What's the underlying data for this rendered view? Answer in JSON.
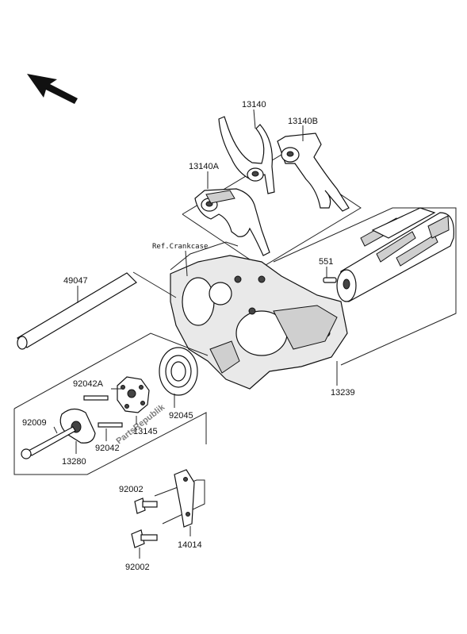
{
  "diagram": {
    "reference_label": "Ref.Crankcase",
    "callouts": [
      {
        "id": "c13140",
        "text": "13140"
      },
      {
        "id": "c13140B",
        "text": "13140B"
      },
      {
        "id": "c13140A",
        "text": "13140A"
      },
      {
        "id": "c551",
        "text": "551"
      },
      {
        "id": "c49047",
        "text": "49047"
      },
      {
        "id": "c92042A",
        "text": "92042A"
      },
      {
        "id": "c92009",
        "text": "92009"
      },
      {
        "id": "c13145",
        "text": "13145"
      },
      {
        "id": "c92045",
        "text": "92045"
      },
      {
        "id": "c13239",
        "text": "13239"
      },
      {
        "id": "c92042",
        "text": "92042"
      },
      {
        "id": "c13280",
        "text": "13280"
      },
      {
        "id": "c92002a",
        "text": "92002"
      },
      {
        "id": "c14014",
        "text": "14014"
      },
      {
        "id": "c92002b",
        "text": "92002"
      }
    ],
    "watermark": "PartsRepublik",
    "line_color": "#222222",
    "shade_color": "#cfcfcf"
  }
}
